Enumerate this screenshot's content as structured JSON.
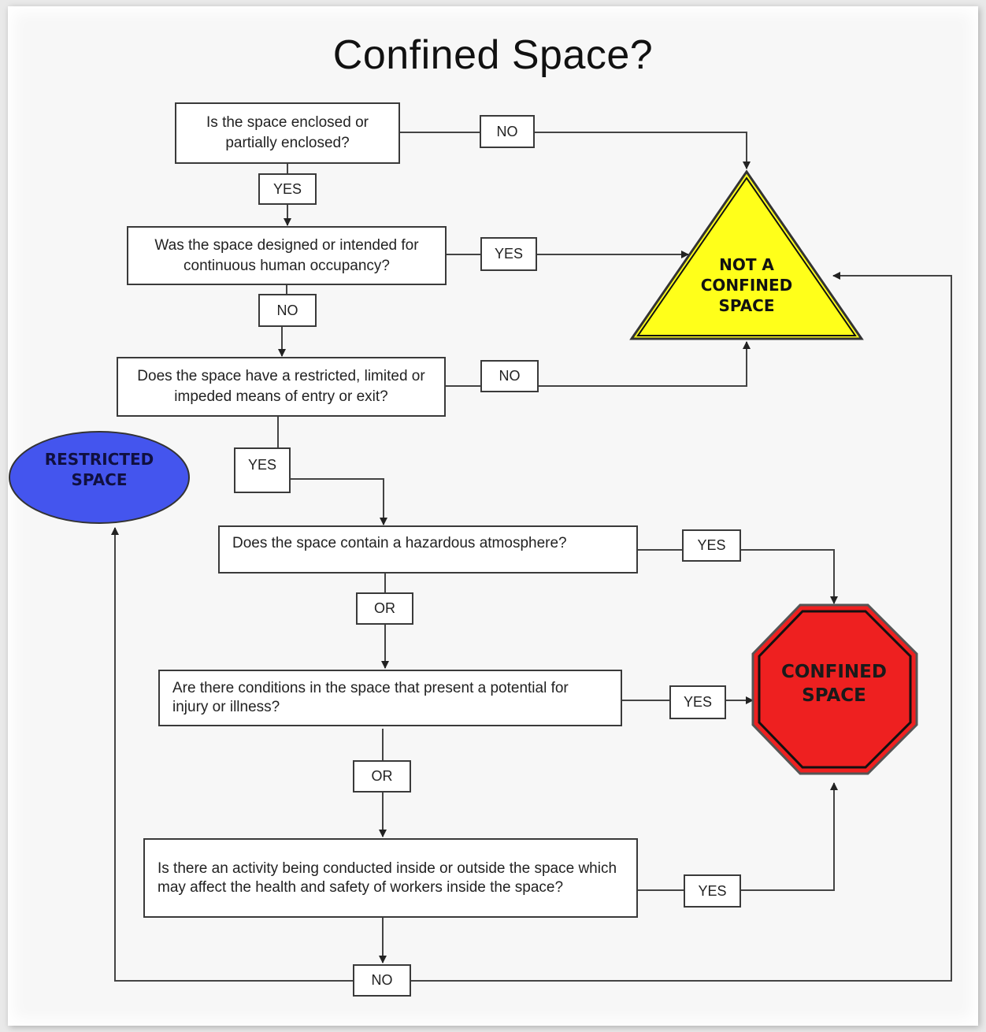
{
  "title": "Confined Space?",
  "questions": {
    "q1": "Is the space enclosed or partially enclosed?",
    "q2": "Was the space designed or intended for continuous human occupancy?",
    "q3": "Does the space have a restricted, limited or impeded means of entry or exit?",
    "q4": "Does the space contain a hazardous atmosphere?",
    "q5": "Are there conditions in the space that present a potential for injury or illness?",
    "q6": "Is there an activity being conducted inside or outside the space which may affect the health and safety of workers inside the space?"
  },
  "labels": {
    "q1_no": "NO",
    "q1_yes": "YES",
    "q2_yes": "YES",
    "q2_no": "NO",
    "q3_no": "NO",
    "q3_yes": "YES",
    "q4_yes": "YES",
    "q4_or": "OR",
    "q5_yes": "YES",
    "q5_or": "OR",
    "q6_yes": "YES",
    "q6_no": "NO"
  },
  "outcomes": {
    "not_confined_line1": "NOT A",
    "not_confined_line2": "CONFINED",
    "not_confined_line3": "SPACE",
    "confined_line1": "CONFINED",
    "confined_line2": "SPACE",
    "restricted_line1": "RESTRICTED",
    "restricted_line2": "SPACE"
  },
  "colors": {
    "not_confined": "#ffff1a",
    "confined": "#ee2020",
    "restricted": "#4455ee",
    "line": "#333333"
  }
}
